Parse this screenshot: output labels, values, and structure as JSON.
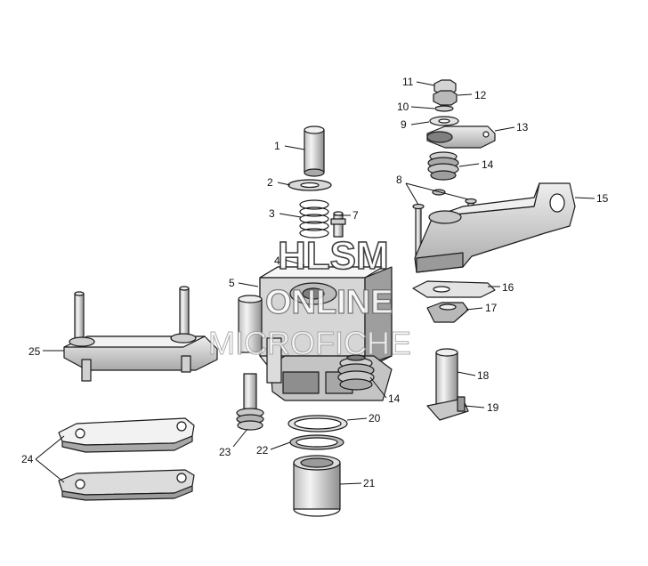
{
  "callouts": [
    {
      "id": "c1",
      "text": "1"
    },
    {
      "id": "c2",
      "text": "2"
    },
    {
      "id": "c3",
      "text": "3"
    },
    {
      "id": "c4",
      "text": "4"
    },
    {
      "id": "c5",
      "text": "5"
    },
    {
      "id": "c7",
      "text": "7"
    },
    {
      "id": "c8",
      "text": "8"
    },
    {
      "id": "c9",
      "text": "9"
    },
    {
      "id": "c10",
      "text": "10"
    },
    {
      "id": "c11",
      "text": "11"
    },
    {
      "id": "c12",
      "text": "12"
    },
    {
      "id": "c13",
      "text": "13"
    },
    {
      "id": "c14a",
      "text": "14"
    },
    {
      "id": "c14b",
      "text": "14"
    },
    {
      "id": "c15",
      "text": "15"
    },
    {
      "id": "c16",
      "text": "16"
    },
    {
      "id": "c17",
      "text": "17"
    },
    {
      "id": "c18",
      "text": "18"
    },
    {
      "id": "c19",
      "text": "19"
    },
    {
      "id": "c20",
      "text": "20"
    },
    {
      "id": "c21",
      "text": "21"
    },
    {
      "id": "c22",
      "text": "22"
    },
    {
      "id": "c23",
      "text": "23"
    },
    {
      "id": "c24",
      "text": "24"
    },
    {
      "id": "c25",
      "text": "25"
    }
  ],
  "watermark": {
    "line1": "HLSM",
    "line2": "ONLINE",
    "line3": "MICROFICHE"
  },
  "colors": {
    "line": "#1a1a1a",
    "shade_dark": "#8a8a8a",
    "shade_mid": "#b5b5b5",
    "shade_light": "#dcdcdc",
    "paper": "#ffffff"
  }
}
